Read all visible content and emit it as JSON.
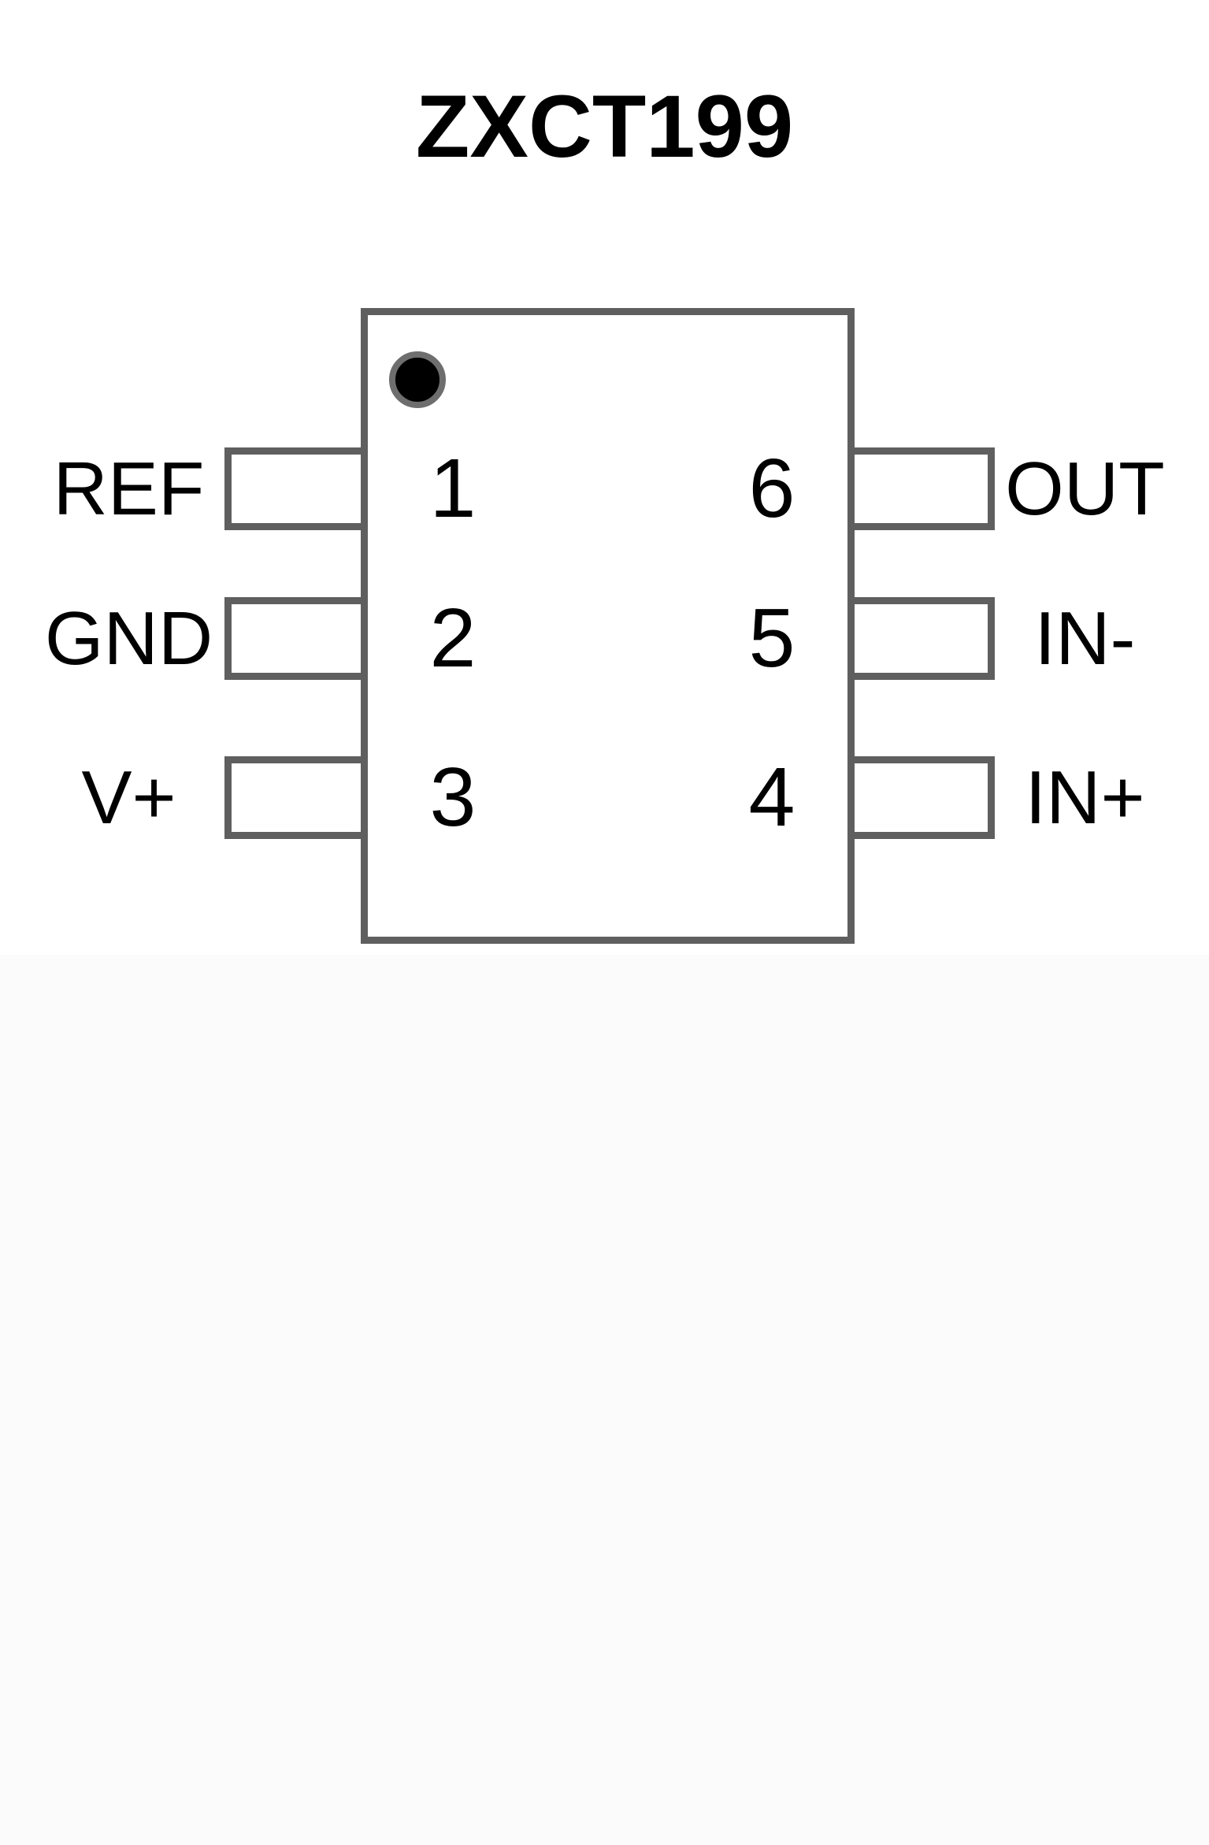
{
  "title": "ZXCT199",
  "pinout": {
    "left_pins": [
      {
        "number": "1",
        "label": "REF"
      },
      {
        "number": "2",
        "label": "GND"
      },
      {
        "number": "3",
        "label": "V+"
      }
    ],
    "right_pins": [
      {
        "number": "6",
        "label": "OUT"
      },
      {
        "number": "5",
        "label": "IN-"
      },
      {
        "number": "4",
        "label": "IN+"
      }
    ]
  },
  "colors": {
    "outline": "#5f5f5f",
    "ring": "#6e6e6e",
    "dotfill": "#000000",
    "text": "#000000",
    "bg": "#ffffff",
    "band": "#fbfbfb"
  }
}
